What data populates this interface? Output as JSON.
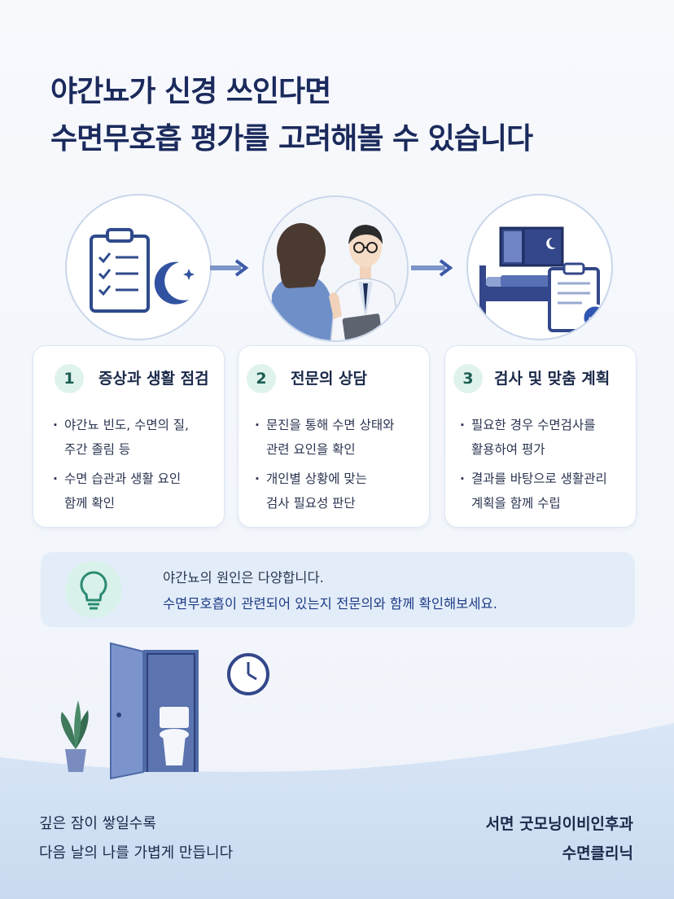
{
  "headline": {
    "line1": "야간뇨가 신경 쓰인다면",
    "line2": "수면무호흡 평가를 고려해볼 수 있습니다"
  },
  "illustrations": {
    "step1_icons": [
      "clipboard-checklist-icon",
      "moon-stars-icon"
    ],
    "step2_icons": [
      "patient-consultation-icon",
      "doctor-icon"
    ],
    "step3_icons": [
      "bed-night-icon",
      "clipboard-check-icon"
    ],
    "arrow_icon": "arrow-right-icon"
  },
  "steps": [
    {
      "number": "1",
      "title": "증상과 생활 점검",
      "bullets": [
        {
          "line1": "야간뇨 빈도, 수면의 질,",
          "line2": "주간 졸림 등"
        },
        {
          "line1": "수면 습관과 생활 요인",
          "line2": "함께 확인"
        }
      ]
    },
    {
      "number": "2",
      "title": "전문의 상담",
      "bullets": [
        {
          "line1": "문진을 통해 수면 상태와",
          "line2": "관련 요인을 확인"
        },
        {
          "line1": "개인별 상황에 맞는",
          "line2": "검사 필요성 판단"
        }
      ]
    },
    {
      "number": "3",
      "title": "검사 및 맞춤 계획",
      "bullets": [
        {
          "line1": "필요한 경우 수면검사를",
          "line2": "활용하여 평가"
        },
        {
          "line1": "결과를 바탕으로 생활관리",
          "line2": "계획을 함께 수립"
        }
      ]
    }
  ],
  "tip": {
    "icon": "lightbulb-icon",
    "line1": "야간뇨의 원인은 다양합니다.",
    "line2": "수면무호흡이 관련되어 있는지 전문의와 함께 확인해보세요."
  },
  "footer": {
    "slogan_line1": "깊은 잠이 쌓일수록",
    "slogan_line2": "다음 날의 나를 가볍게 만듭니다",
    "clinic_line1": "서면 굿모닝이비인후과",
    "clinic_line2": "수면클리닉"
  },
  "colors": {
    "navy": "#1b2a5c",
    "accent_blue": "#3d5aa8",
    "mint": "#dff3ec",
    "tip_bg": "#e3edf9"
  }
}
